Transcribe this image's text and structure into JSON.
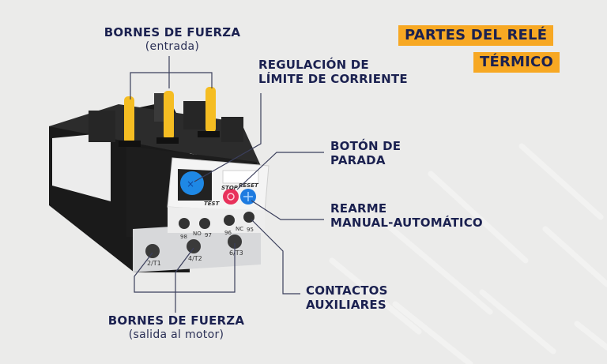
{
  "title": {
    "line1": "PARTES DEL RELÉ",
    "line2": "TÉRMICO"
  },
  "labels": {
    "input_terminals": {
      "title": "BORNES DE FUERZA",
      "subtitle": "(entrada)"
    },
    "current_regulation": {
      "line1": "REGULACIÓN DE",
      "line2": "LÍMITE DE CORRIENTE"
    },
    "stop_button": {
      "line1": "BOTÓN DE",
      "line2": "PARADA"
    },
    "reset": {
      "line1": "REARME",
      "line2": "MANUAL-AUTOMÁTICO"
    },
    "aux_contacts": {
      "line1": "CONTACTOS",
      "line2": "AUXILIARES"
    },
    "output_terminals": {
      "title": "BORNES DE FUERZA",
      "subtitle": "(salida al motor)"
    }
  },
  "device": {
    "stop_label": "STOP",
    "reset_label": "RESET",
    "test_label": "TEST",
    "aux_terminals": [
      "98",
      "NO",
      "97",
      "96",
      "NC",
      "95"
    ],
    "power_terminals": [
      "2/T1",
      "4/T2",
      "6/T3"
    ]
  },
  "colors": {
    "background": "#ebebea",
    "title_bg": "#f7a823",
    "text": "#1b2150",
    "terminal_yellow": "#f5bd22",
    "dial_blue": "#1e88e5",
    "stop_red": "#e8315b",
    "body_black": "#1f1f1f"
  }
}
